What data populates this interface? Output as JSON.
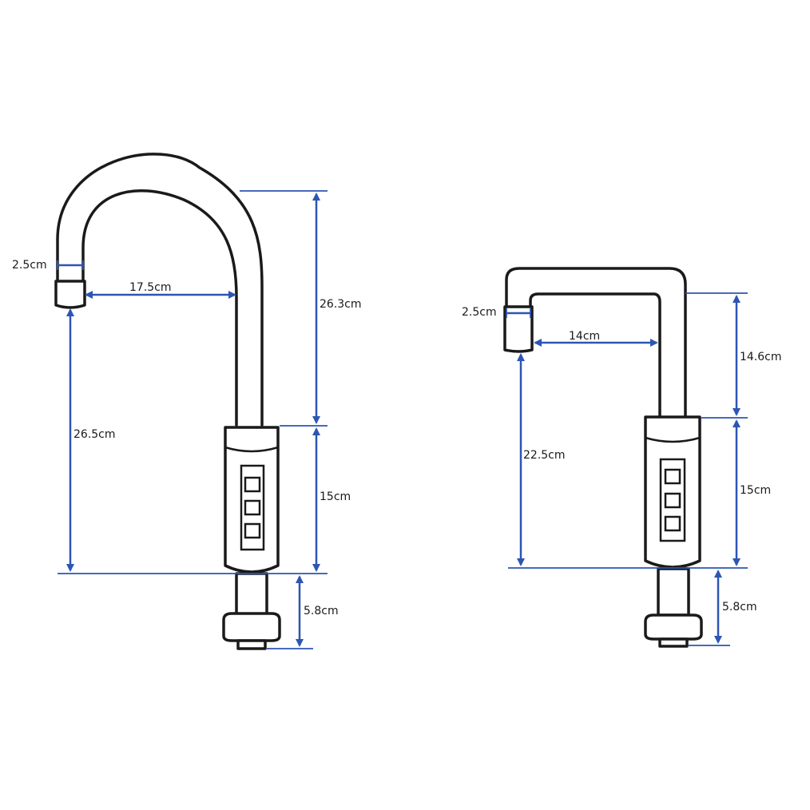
{
  "faucet_left": {
    "spout_diameter": "2.5cm",
    "reach": "17.5cm",
    "spout_height": "26.3cm",
    "outlet_height": "26.5cm",
    "body_height": "15cm",
    "shank_length": "5.8cm"
  },
  "faucet_right": {
    "spout_diameter": "2.5cm",
    "reach": "14cm",
    "spout_height": "14.6cm",
    "outlet_height": "22.5cm",
    "body_height": "15cm",
    "shank_length": "5.8cm"
  },
  "colors": {
    "outline": "#1a1a1a",
    "dimension": "#2d55b3",
    "background": "#ffffff"
  }
}
